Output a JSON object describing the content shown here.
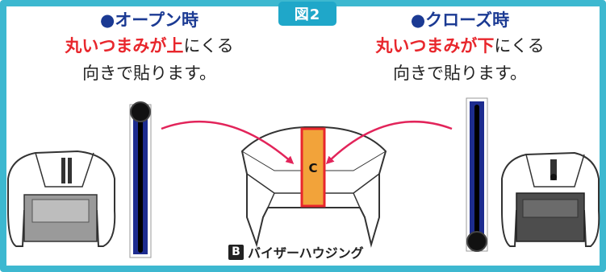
{
  "figure_label": "図2",
  "open": {
    "title": "●オープン時",
    "line2_red": "丸いつまみが上",
    "line2_rest": "にくる",
    "line3": "向きで貼ります。"
  },
  "close": {
    "title": "●クローズ時",
    "line2_red": "丸いつまみが下",
    "line2_rest": "にくる",
    "line3": "向きで貼ります。"
  },
  "part_c_letter": "C",
  "part_b": {
    "letter": "B",
    "name": "バイザーハウジング"
  },
  "colors": {
    "frame": "#3db8d0",
    "badge": "#1fa7c9",
    "title_blue": "#1b3a93",
    "highlight_red": "#e8262c",
    "strip_blue": "#1d2c8f",
    "arrow": "#e2245a",
    "part_orange": "#f2a33a",
    "part_border": "#e8262c"
  }
}
